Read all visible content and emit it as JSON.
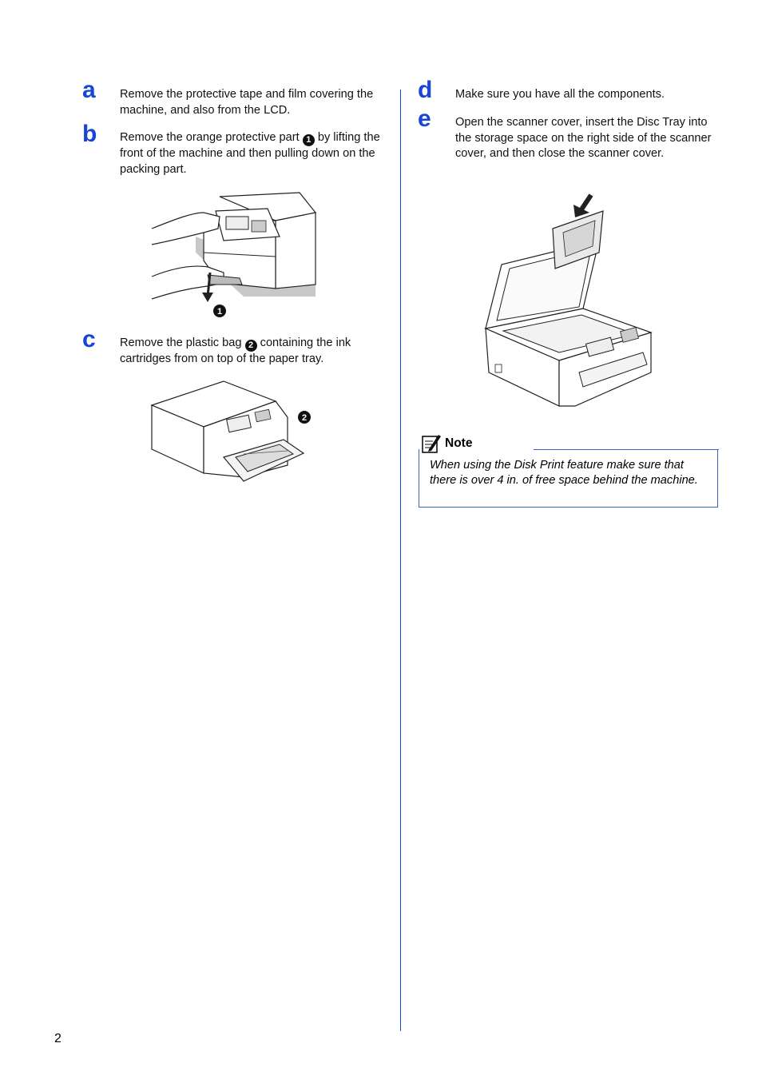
{
  "steps": {
    "a": {
      "letter": "a",
      "text": "Remove the protective tape and film covering the machine, and also from the LCD."
    },
    "b": {
      "letter": "b",
      "text_before": "Remove the orange protective part",
      "callout": "1",
      "text_after": "by lifting the front of the machine and then pulling down on the packing part."
    },
    "c": {
      "letter": "c",
      "text_before": "Remove the plastic bag",
      "callout": "2",
      "text_after": "containing the ink cartridges from on top of the paper tray."
    },
    "d": {
      "letter": "d",
      "text": "Make sure you have all the components."
    },
    "e": {
      "letter": "e",
      "text": "Open the scanner cover, insert the Disc Tray into the storage space on the right side of the scanner cover, and then close the scanner cover."
    }
  },
  "illustrations": {
    "b_callout": "1",
    "c_callout": "2"
  },
  "note": {
    "title": "Note",
    "text": "When using the Disk Print feature make sure that there is over 4 in. of free space behind the machine."
  },
  "footer": {
    "page_number": "2"
  },
  "colors": {
    "accent": "#1746d6",
    "note_border": "#3b62c6"
  }
}
